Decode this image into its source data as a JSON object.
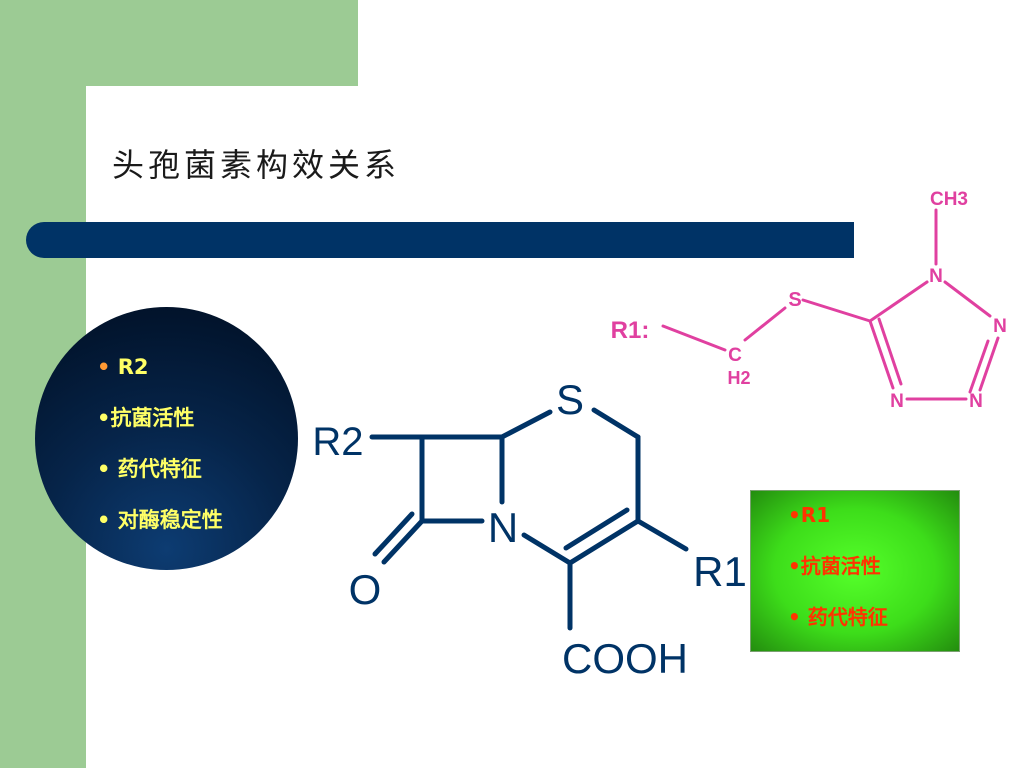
{
  "slide": {
    "title": "头孢菌素构效关系",
    "colors": {
      "side_green": "#9ccb94",
      "bar_blue": "#003366",
      "circle_bullets": "#ffff66",
      "green_box_bullets": "#ff3300",
      "r1_structure": "#e040a0"
    }
  },
  "r2_panel": {
    "items": [
      {
        "bullet": "•",
        "text": "R2"
      },
      {
        "bullet": "•",
        "text": "抗菌活性"
      },
      {
        "bullet": "•",
        "text": "药代特征"
      },
      {
        "bullet": "•",
        "text": "对酶稳定性"
      }
    ]
  },
  "r1_panel": {
    "items": [
      {
        "bullet": "•",
        "text": "R1"
      },
      {
        "bullet": "•",
        "text": "抗菌活性"
      },
      {
        "bullet": "•",
        "text": "药代特征"
      }
    ]
  },
  "core_structure": {
    "labels": {
      "r2": "R2",
      "s": "S",
      "n": "N",
      "o": "O",
      "r1": "R1",
      "cooh": "COOH"
    }
  },
  "r1_structure": {
    "labels": {
      "prefix": "R1:",
      "c": "C",
      "h2": "H2",
      "s": "S",
      "ch3": "CH3",
      "n1": "N",
      "n2": "N",
      "n3": "N",
      "n4": "N"
    }
  }
}
